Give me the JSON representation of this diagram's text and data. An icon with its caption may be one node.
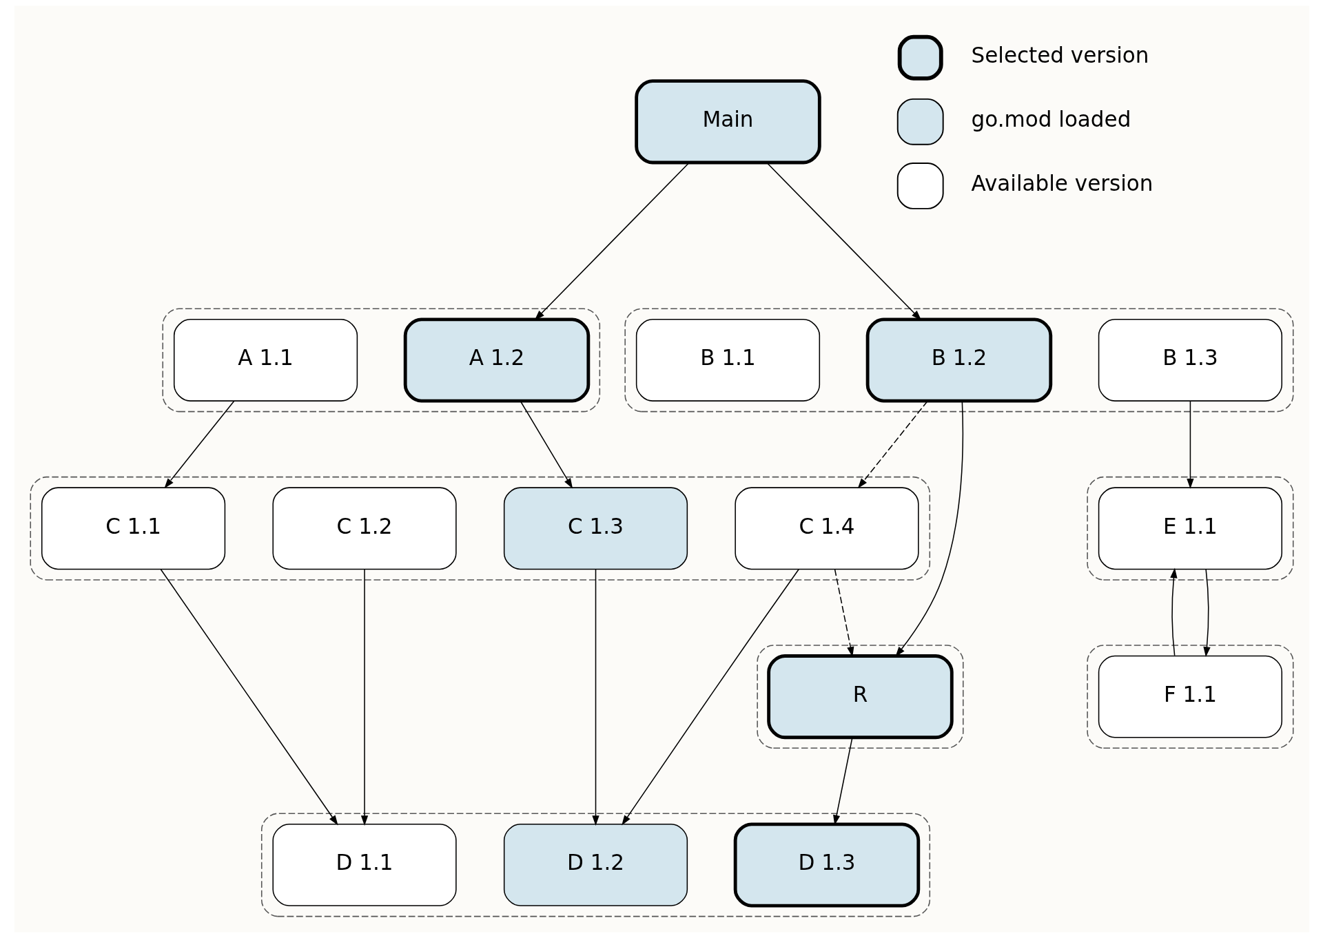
{
  "diagram": {
    "nodes": [
      {
        "text": [
          "Main"
        ]
      },
      {
        "text": [],
        "shape": "box"
      },
      {
        "text": [
          "A 1.1"
        ],
        "in": 1
      },
      {
        "text": [
          "A 1.2"
        ],
        "in": 1
      },
      {
        "text": [],
        "shape": "box"
      },
      {
        "text": [
          "B 1.1"
        ],
        "in": 4
      },
      {
        "text": [
          "B 1.2"
        ],
        "in": 4
      },
      {
        "text": [
          "B 1.3"
        ],
        "in": 4
      },
      {
        "text": [],
        "shape": "box"
      },
      {
        "text": [
          "C 1.1"
        ],
        "in": 8
      },
      {
        "text": [
          "C 1.2"
        ],
        "in": 8
      },
      {
        "text": [
          "C 1.3"
        ],
        "in": 8
      },
      {
        "text": [
          "C 1.4"
        ],
        "in": 8
      },
      {
        "text": [],
        "shape": "box"
      },
      {
        "text": [
          "R"
        ],
        "in": 13
      },
      {
        "text": [],
        "shape": "box"
      },
      {
        "text": [
          "E 1.1"
        ],
        "in": 15
      },
      {
        "text": [],
        "shape": "box"
      },
      {
        "text": [
          "D 1.1"
        ],
        "in": 17
      },
      {
        "text": [
          "D 1.2"
        ],
        "in": 17
      },
      {
        "text": [
          "D 1.3"
        ],
        "in": 17
      },
      {
        "text": [],
        "shape": "box"
      },
      {
        "text": [
          "F 1.1"
        ],
        "in": 21
      }
    ],
    "edges": [
      {
        "from": 0,
        "to": 3,
        "arrow": "to"
      },
      {
        "from": 0,
        "to": 6,
        "arrow": "to"
      },
      {
        "from": 2,
        "to": 9,
        "arrow": "to"
      },
      {
        "from": 3,
        "to": 11,
        "arrow": "to"
      },
      {
        "from": 6,
        "to": 12,
        "arrow": "to",
        "style": "dashed"
      },
      {
        "from": 6,
        "to": 14,
        "arrow": "to"
      },
      {
        "from": 7,
        "to": 16,
        "arrow": "to"
      },
      {
        "from": 12,
        "to": 14,
        "arrow": "to",
        "style": "dashed"
      },
      {
        "from": 9,
        "to": 18,
        "arrow": "to"
      },
      {
        "from": 10,
        "to": 18,
        "arrow": "to"
      },
      {
        "from": 11,
        "to": 19,
        "arrow": "to"
      },
      {
        "from": 12,
        "to": 19,
        "arrow": "to"
      },
      {
        "from": 14,
        "to": 20,
        "arrow": "to"
      },
      {
        "from": 16,
        "to": 22,
        "arrow": "to"
      },
      {
        "from": 22,
        "to": 16,
        "arrow": "to"
      }
    ],
    "legend": [
      {
        "text": "Selected version",
        "color": "#d4e6ee"
      },
      {
        "text": "go.mod loaded",
        "color": "#d4e6ee"
      },
      {
        "text": "Available version",
        "color": "#ffffff"
      }
    ]
  }
}
